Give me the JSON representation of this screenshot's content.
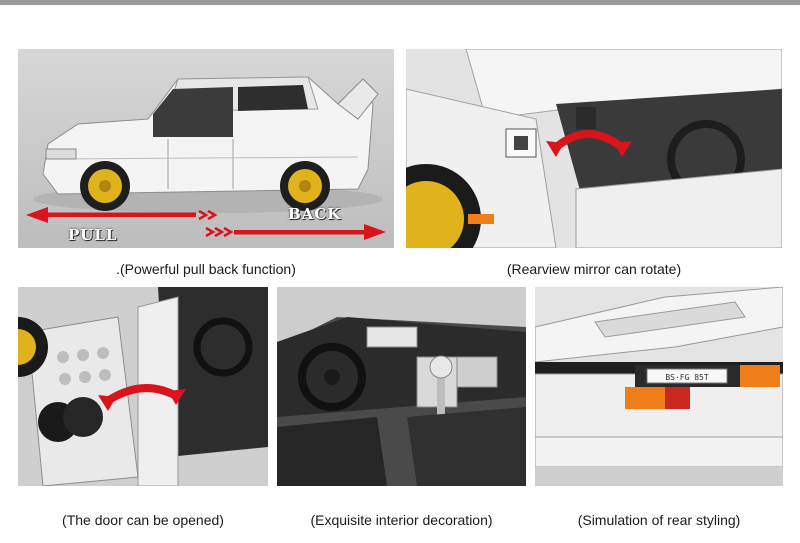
{
  "panels": {
    "pull_back": {
      "caption": ".(Powerful pull back function)",
      "pull_label": "PULL",
      "back_label": "BACK"
    },
    "mirror": {
      "caption": "(Rearview mirror can rotate)"
    },
    "door": {
      "caption": "(The door can be opened)"
    },
    "interior": {
      "caption": "(Exquisite interior decoration)"
    },
    "rear": {
      "caption": "(Simulation of rear styling)",
      "plate_text": "BS·FG 85T"
    }
  },
  "colors": {
    "arrow_red": "#d9141b",
    "wheel_gold": "#e0b21c",
    "panel_gray": "#cfcfcf",
    "brick_white": "#f2f2f2",
    "tail_orange": "#ee7d1a",
    "tail_red": "#c8281e"
  }
}
